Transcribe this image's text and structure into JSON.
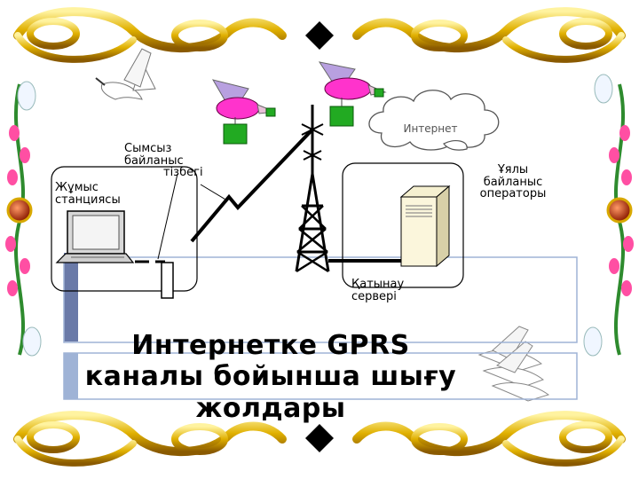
{
  "slide": {
    "title_line1": "Интернетке GPRS",
    "title_line2": "каналы бойынша шығу",
    "title_line3": "жолдары"
  },
  "labels": {
    "workstation_line1": "Жұмыс",
    "workstation_line2": "станциясы",
    "wireless_line1": "Сымсыз",
    "wireless_line2": "байланыс",
    "wireless_line3": "тізбегі",
    "internet": "Интернет",
    "mobile_line1": "Ұялы",
    "mobile_line2": "байланыс",
    "mobile_line3": "операторы",
    "access_line1": "Қатынау",
    "access_line2": "сервері"
  },
  "colors": {
    "frame_gold": "#d8a800",
    "frame_dark": "#8a5a00",
    "accent_blue": "#9fb3d6",
    "bar_dark_blue": "#6a7aa8",
    "tower_black": "#000000",
    "bird_magenta": "#ff33cc",
    "bag_green": "#22aa22",
    "bird_body": "#e8c0d8"
  }
}
